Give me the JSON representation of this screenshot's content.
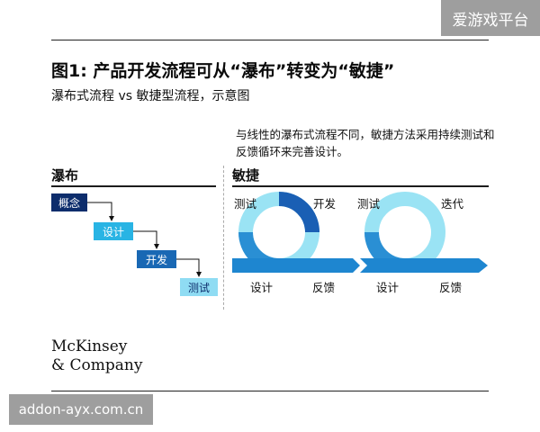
{
  "watermarks": {
    "top": "爱游戏平台",
    "bottom": "addon-ayx.com.cn"
  },
  "figure": {
    "title": "图1: 产品开发流程可从“瀑布”转变为“敏捷”",
    "subtitle": "瀑布式流程 vs 敏捷型流程，示意图",
    "note": "与线性的瀑布式流程不同，敏捷方法采用持续测试和反馈循环来完善设计。"
  },
  "waterfall": {
    "label": "瀑布",
    "steps": [
      "概念",
      "设计",
      "开发",
      "测试"
    ],
    "colors": [
      "#0d2d6c",
      "#29b4e4",
      "#1968b4",
      "#8fdcf3"
    ],
    "text_colors": [
      "#ffffff",
      "#ffffff",
      "#ffffff",
      "#0d2d6c"
    ]
  },
  "agile": {
    "label": "敏捷",
    "loop1": {
      "top_left": "测试",
      "top_right": "开发",
      "bottom_left": "设计",
      "bottom_right": "反馈"
    },
    "loop2": {
      "top_left": "测试",
      "top_right": "迭代",
      "bottom_left": "设计",
      "bottom_right": "反馈"
    },
    "colors": {
      "light": "#9ae3f4",
      "dark": "#1a5fb4",
      "mid": "#2a8fd4",
      "arrow": "#1e86d0"
    }
  },
  "logo": {
    "line1": "McKinsey",
    "line2": "& Company"
  }
}
